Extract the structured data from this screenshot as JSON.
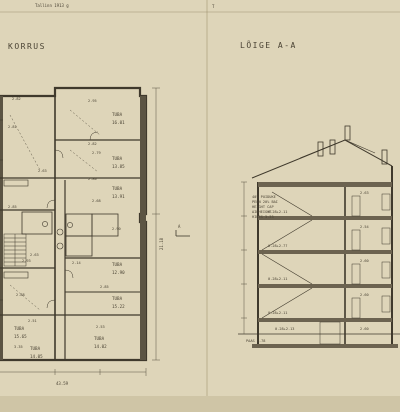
{
  "sheet": {
    "header_left": "Tallinn 1913 g",
    "header_mark": "T",
    "plan_title": "KORRUS",
    "section_title": "LÕIGE A-A"
  },
  "plan": {
    "rooms": [
      {
        "name": "TUBA",
        "area": "16.01"
      },
      {
        "name": "TUBA",
        "area": "13.85"
      },
      {
        "name": "TUBA",
        "area": "13.91"
      },
      {
        "name": "TUBA",
        "area": "12.90"
      },
      {
        "name": "TUBA",
        "area": "15.22"
      },
      {
        "name": "TUBA",
        "area": "14.02"
      },
      {
        "name": "TUBA",
        "area": "14.05"
      },
      {
        "name": "TUBA",
        "area": "15.65"
      }
    ],
    "numbers": [
      "2.82",
      "2.95",
      "2.81",
      "2.82",
      "2.79",
      "2.80",
      "2.63",
      "2.68",
      "2.90",
      "2.85",
      "2.63",
      "2.14",
      "2.93",
      "2.85",
      "2.88",
      "2.53",
      "3.35",
      "2.51"
    ],
    "dim_width": "43.59",
    "dim_depth": "21.18",
    "section_mark": "A"
  },
  "section": {
    "heights": [
      "0.28+2.11",
      "0.28+2.77",
      "0.28+2.11",
      "0.28+2.11",
      "0.28+2.13"
    ],
    "storey_labels": [
      "2.63",
      "2.54",
      "2.60",
      "2.60",
      "2.60"
    ],
    "level_mark": "PAAS 0.78",
    "notes": [
      "40% PUIDUKE",
      "PEEN 20% BAI",
      "HEIGHT CAP",
      "AIRHEIGHT",
      "HIRES 3.33"
    ]
  }
}
